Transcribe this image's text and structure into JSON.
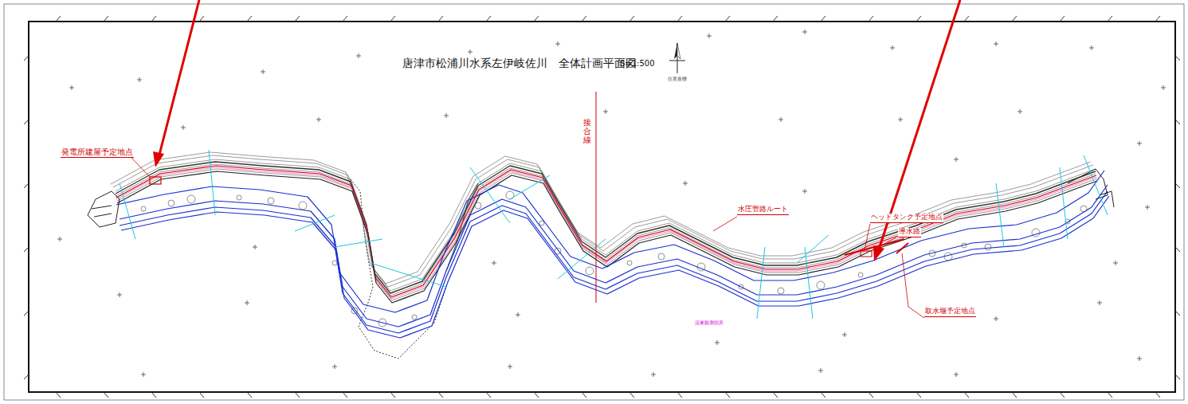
{
  "diagram": {
    "title": "唐津市松浦川水系左伊岐佐川　全体計画平面図",
    "labels": [
      "S=1:500",
      "任意座標",
      "発電所建屋予定地点",
      "接合線",
      "水圧管路ルート",
      "ヘッドタンク予定地点",
      "導水路",
      "取水堰予定地点",
      "流量観測箇所"
    ]
  }
}
